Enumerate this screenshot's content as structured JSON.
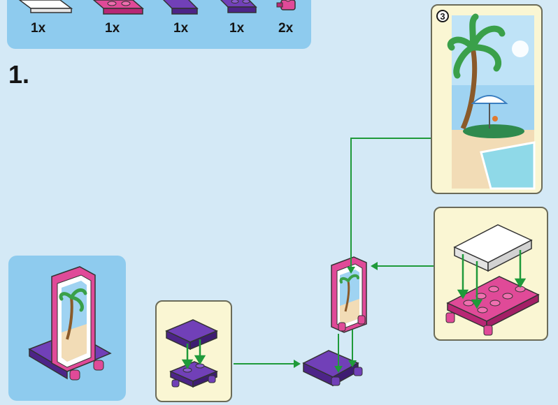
{
  "parts_list": {
    "quantities": [
      "1x",
      "1x",
      "1x",
      "1x",
      "2x"
    ]
  },
  "step": {
    "number": "1."
  },
  "sticker_callout": {
    "sticker_number": "3"
  },
  "colors": {
    "background": "#d4e9f6",
    "parts_panel": "#8ecbee",
    "callout_panel": "#faf6d3",
    "arrow": "#1f9a3a",
    "magenta": "#d6338a",
    "purple": "#5b2a9a",
    "white": "#ffffff"
  }
}
